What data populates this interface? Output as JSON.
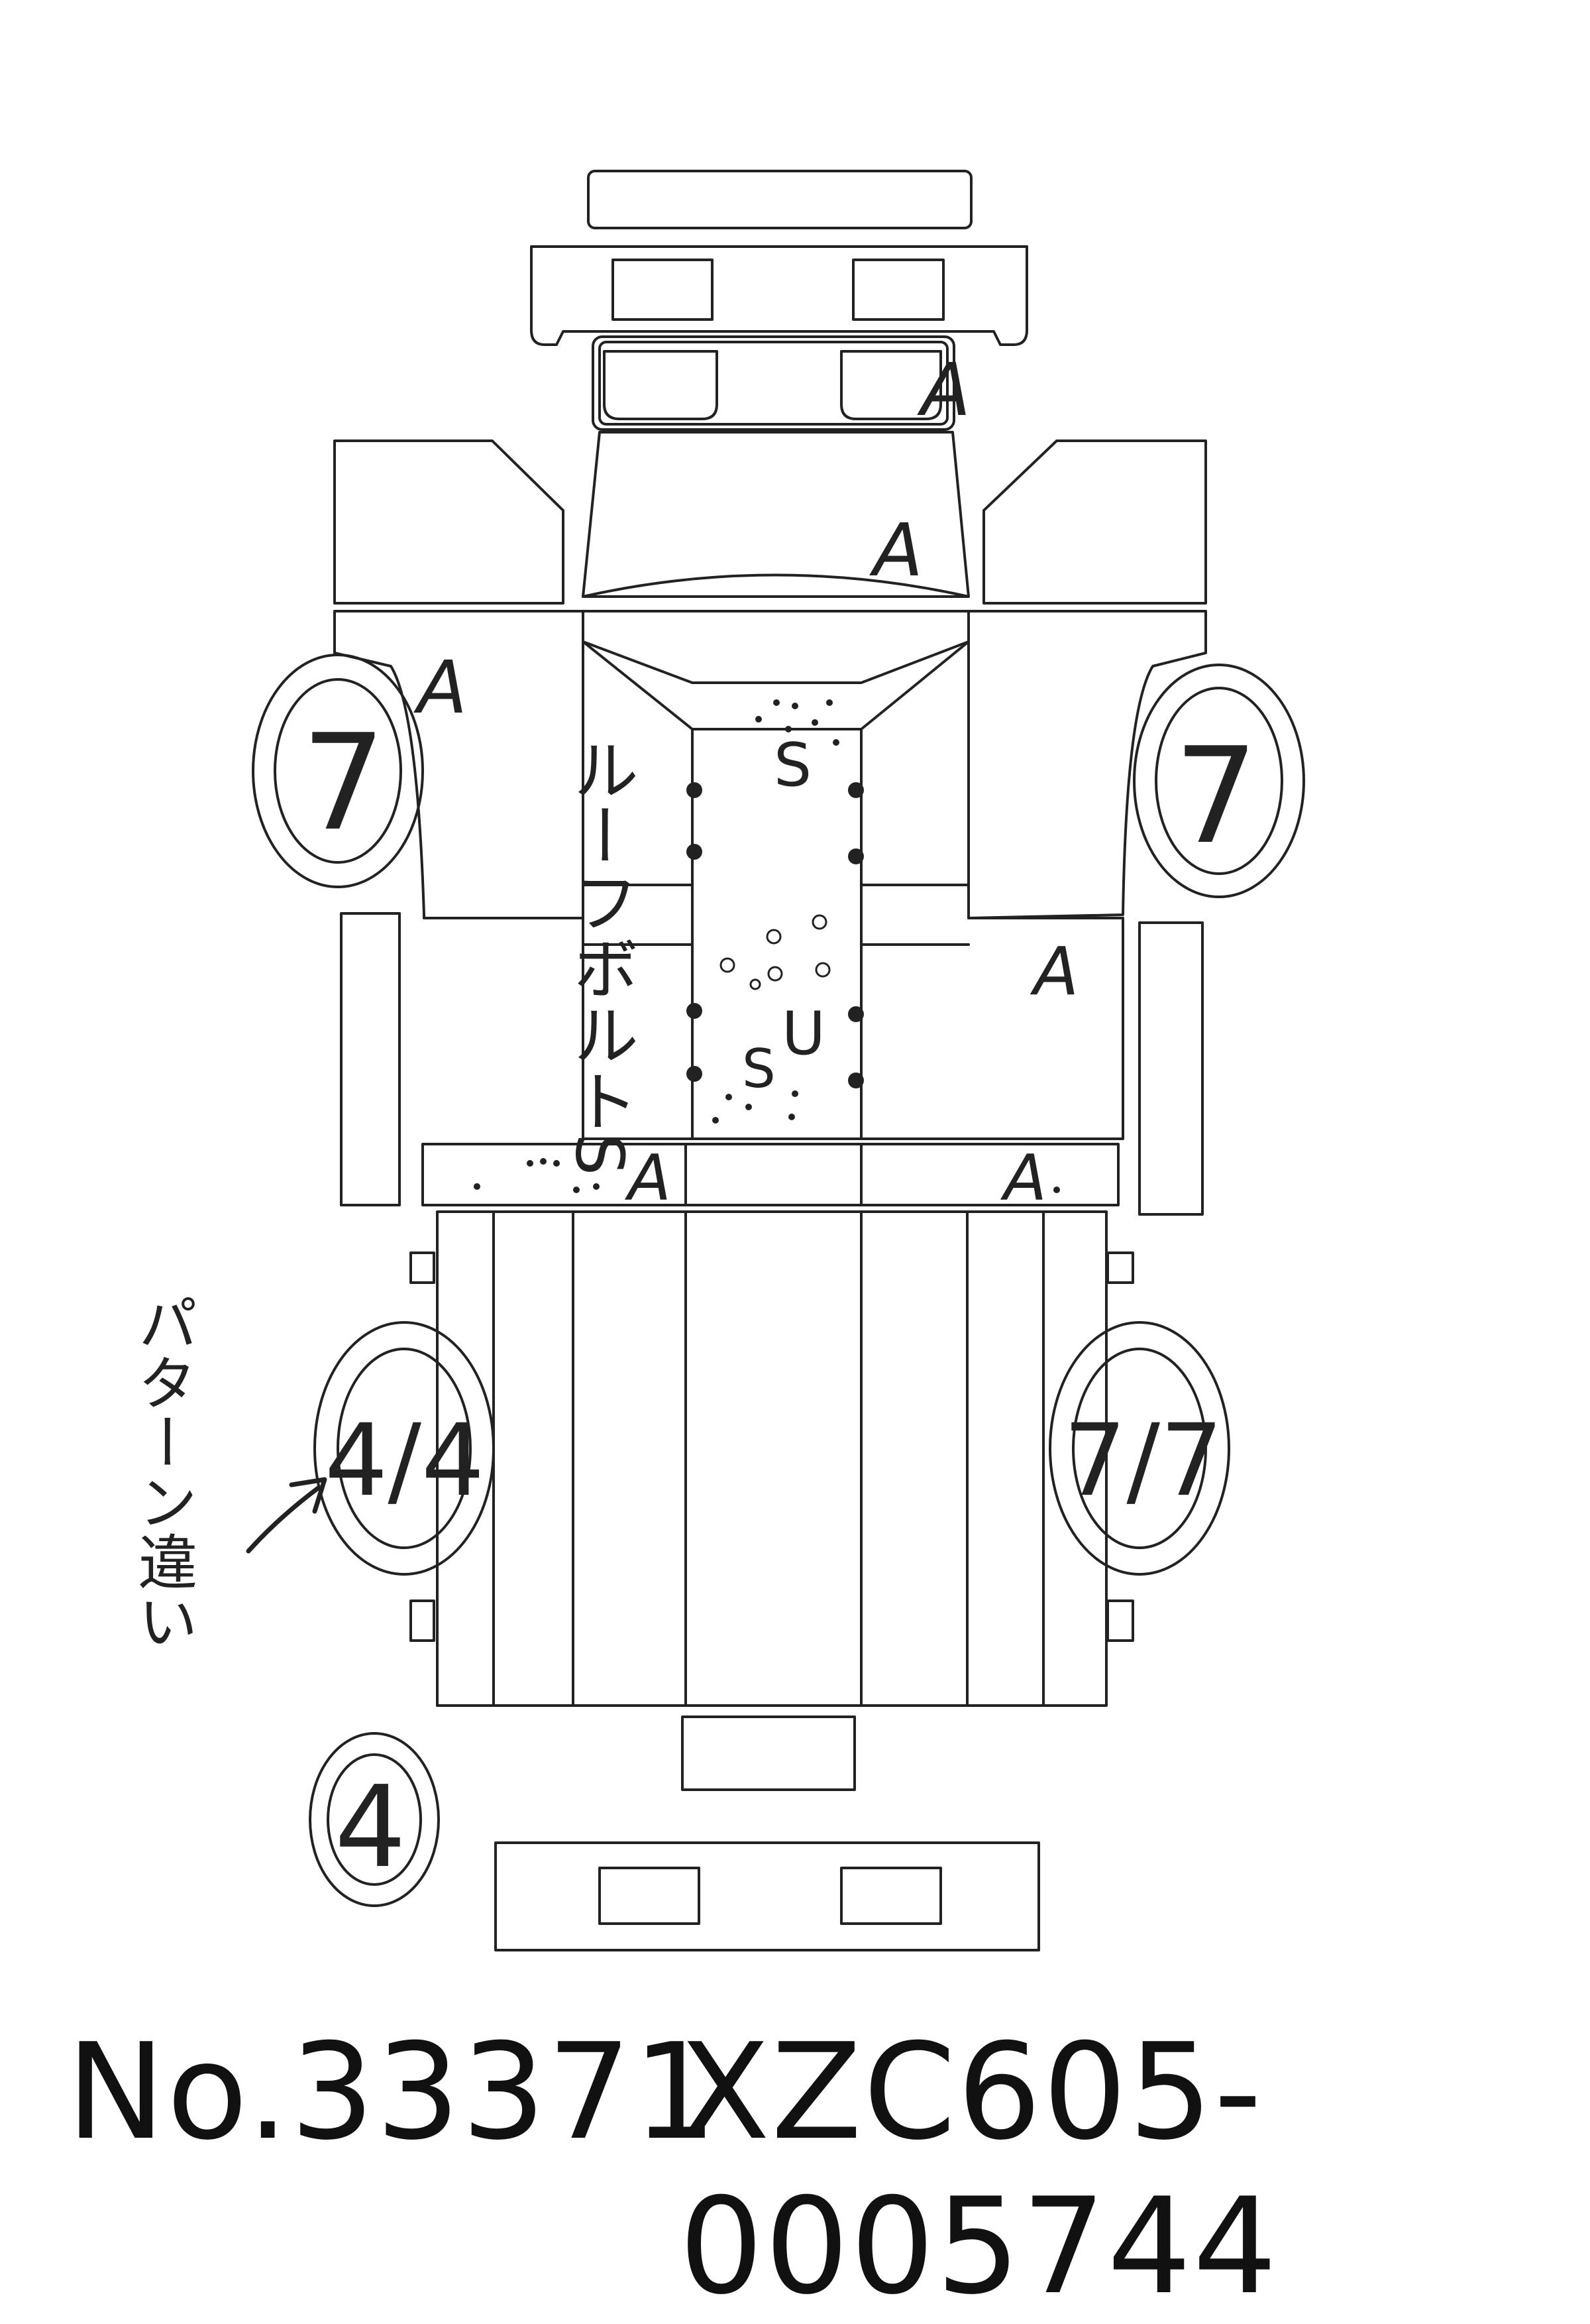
{
  "marks": {
    "grille": "A",
    "hood": "A",
    "front_left_fender": "A",
    "right_door": "A",
    "rear_left_sill": "A",
    "rear_right_sill": "A",
    "roof_s1": "S",
    "roof_s2": "S",
    "roof_u": "U",
    "roof_s3": "S"
  },
  "annotations": {
    "roof_bolt": "ルーフボルトS",
    "pattern_diff": "パターン違い"
  },
  "tires": {
    "front_left": "7",
    "front_right": "7",
    "rear_left": "4/4",
    "rear_right": "7/7",
    "spare": "4"
  },
  "footer": {
    "number": "No.33371",
    "chassis": "XZC605-0005744"
  }
}
